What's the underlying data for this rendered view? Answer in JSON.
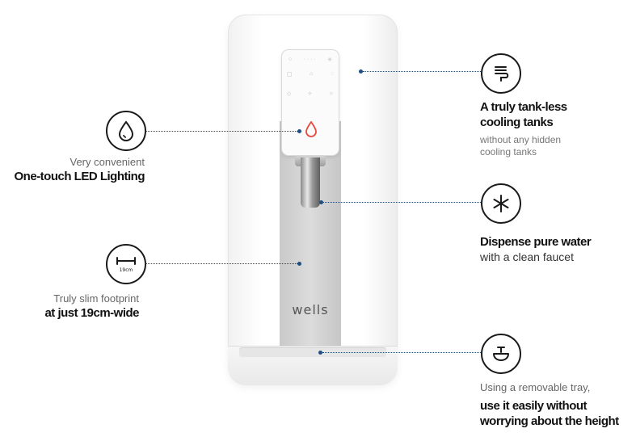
{
  "product": {
    "brand": "wells"
  },
  "features": {
    "tankless": {
      "icon": "coil-icon",
      "title_line1": "A truly tank-less",
      "title_line2": "cooling tanks",
      "desc_line1": "without any hidden",
      "desc_line2": "cooling tanks"
    },
    "led": {
      "icon": "water-drop-icon",
      "light": "Very convenient",
      "bold": "One-touch LED Lighting"
    },
    "faucet": {
      "icon": "sparkle-icon",
      "bold": "Dispense pure water",
      "light": "with a clean faucet"
    },
    "slim": {
      "icon": "width-measure-icon",
      "icon_label": "19cm",
      "light": "Truly slim footprint",
      "bold": "at just 19cm-wide"
    },
    "tray": {
      "icon": "tray-icon",
      "light": "Using a removable tray,",
      "bold_line1": "use it easily without",
      "bold_line2": "worrying about the height"
    }
  },
  "colors": {
    "accent_dot": "#1f4f82",
    "led_red": "#e8473f"
  }
}
